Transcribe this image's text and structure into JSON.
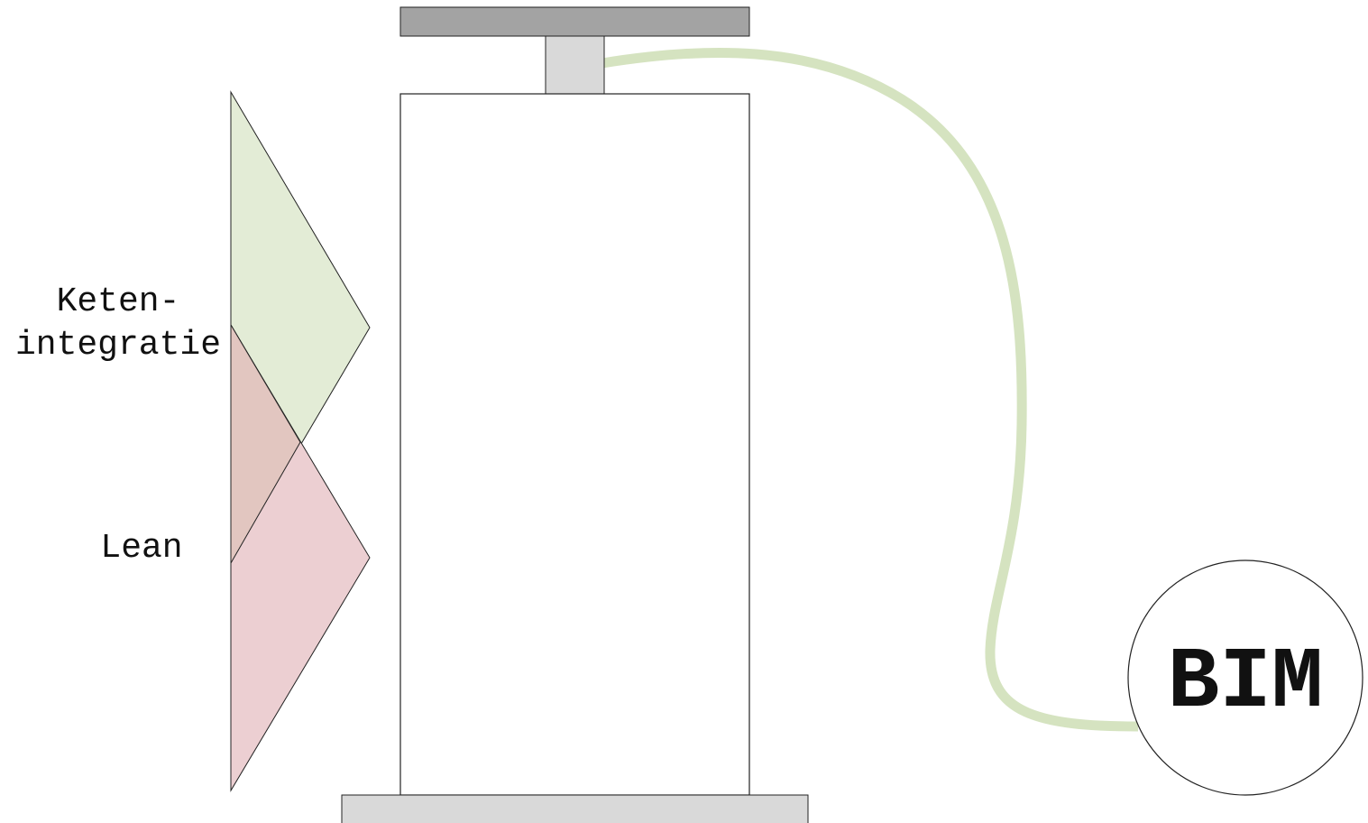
{
  "labels": {
    "keten_line1": "Keten-",
    "keten_line2": "integratie",
    "lean": "Lean",
    "bim": "BIM"
  },
  "colors": {
    "handle": "#a3a3a3",
    "rod": "#d9d9d9",
    "base": "#d9d9d9",
    "keten_fill": "#e3ecd6",
    "lean_fill": "#eccfd2",
    "overlap_fill": "#e2c6c0",
    "hose": "#d5e3c0",
    "stroke": "#222222"
  },
  "icons": {
    "pump": "bicycle-pump-icon",
    "hose": "pump-hose",
    "ball": "ball-gauge-icon"
  }
}
